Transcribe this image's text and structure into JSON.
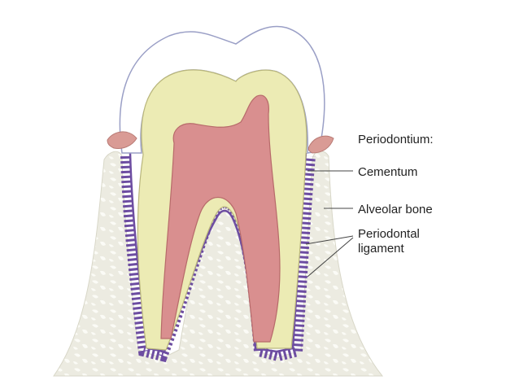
{
  "colors": {
    "background": "#ffffff",
    "enamel": "#ffffff",
    "enamel_stroke": "#9a9fc6",
    "dentin": "#ecebb4",
    "dentin_stroke": "#b9b67c",
    "pulp": "#d98f8f",
    "pulp_stroke": "#b76a6a",
    "bone": "#ecebe1",
    "bone_pattern": "#fbfbf6",
    "ligament": "#6d4da1",
    "gingiva": "#d99b95",
    "leader": "#444444",
    "text": "#222222"
  },
  "labels": {
    "heading": "Periodontium:",
    "cementum": "Cementum",
    "alveolar_bone": "Alveolar bone",
    "periodontal_ligament_line1": "Periodontal",
    "periodontal_ligament_line2": "ligament"
  }
}
